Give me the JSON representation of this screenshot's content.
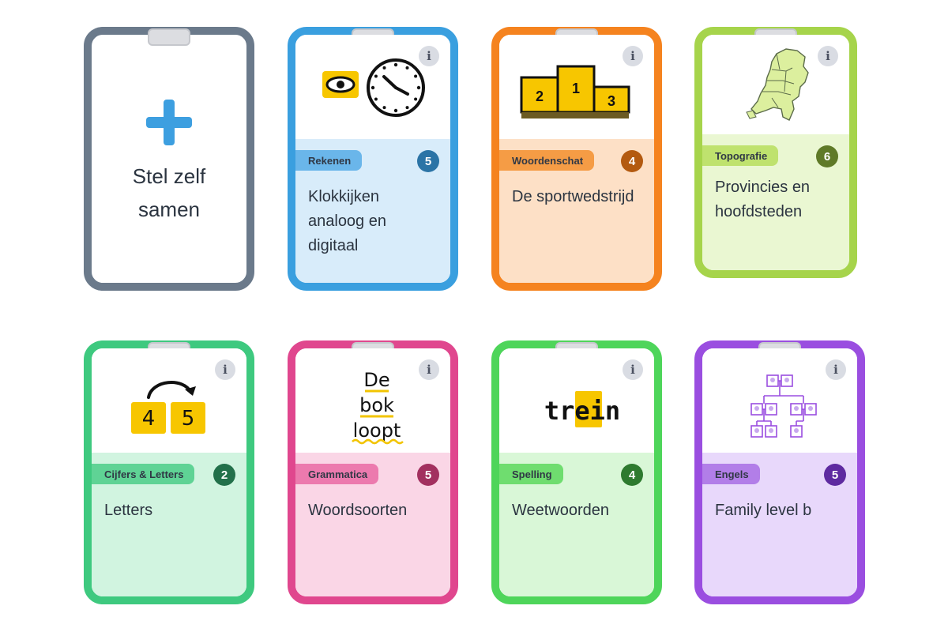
{
  "add_card": {
    "label_line1": "Stel zelf",
    "label_line2": "samen",
    "icon": "plus-icon"
  },
  "info_glyph": "i",
  "cards": [
    {
      "subject": "Rekenen",
      "count": "5",
      "title": "Klokkijken analoog en digitaal",
      "color": "#3a9fdf",
      "bg": "#d8ecfa",
      "tag": "#6ab6ea",
      "dark": "#2b74a6",
      "icon": "eye-clock-icon"
    },
    {
      "subject": "Woordenschat",
      "count": "4",
      "title": "De sportwedstrijd",
      "color": "#f5831f",
      "bg": "#fde0c6",
      "tag": "#f59c45",
      "dark": "#b35a10",
      "icon": "podium-icon",
      "podium": [
        "2",
        "1",
        "3"
      ]
    },
    {
      "subject": "Topografie",
      "count": "6",
      "title": "Provincies en hoofdsteden",
      "color": "#a6d44b",
      "bg": "#eaf7d2",
      "tag": "#bfe26e",
      "dark": "#5f7a28",
      "icon": "netherlands-map-icon"
    },
    {
      "subject": "Cijfers & Letters",
      "count": "2",
      "title": "Letters",
      "color": "#3ec97f",
      "bg": "#d1f4e0",
      "tag": "#5fd395",
      "dark": "#22704a",
      "icon": "number-order-icon",
      "digits": [
        "4",
        "5"
      ]
    },
    {
      "subject": "Grammatica",
      "count": "5",
      "title": "Woordsoorten",
      "color": "#e0478e",
      "bg": "#fad6e6",
      "tag": "#ec7aae",
      "dark": "#a2305f",
      "icon": "sentence-icon",
      "words": [
        "De",
        "bok",
        "loopt"
      ]
    },
    {
      "subject": "Spelling",
      "count": "4",
      "title": "Weetwoorden",
      "color": "#4ed55a",
      "bg": "#d9f7d7",
      "tag": "#6fdd6f",
      "dark": "#2e7a2f",
      "icon": "word-highlight-icon",
      "word": [
        "tr",
        "ei",
        "n"
      ]
    },
    {
      "subject": "Engels",
      "count": "5",
      "title": "Family level b",
      "color": "#9a4ee0",
      "bg": "#e8d8fb",
      "tag": "#b27ee8",
      "dark": "#5e2aa0",
      "icon": "family-tree-icon"
    }
  ]
}
